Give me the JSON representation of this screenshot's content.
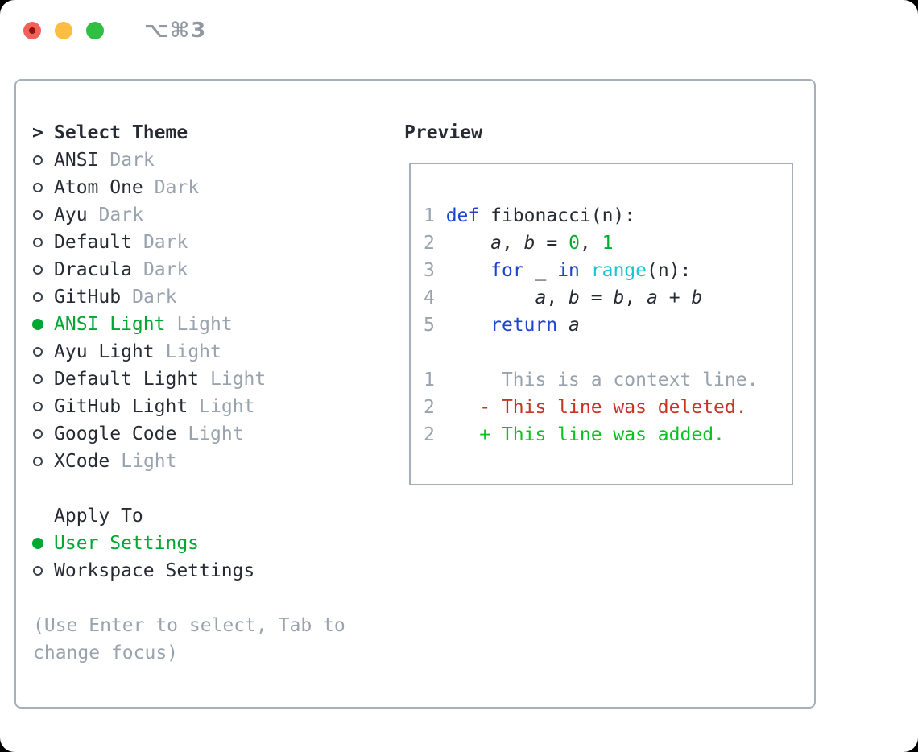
{
  "window_title": "⌥⌘3",
  "colors": {
    "text_dark": "#262b33",
    "muted_gray": "#99a3ae",
    "border_gray": "#a7afb9",
    "green_selected": "#00a733",
    "green_added": "#04c41d",
    "green_number": "#00ad2d",
    "blue_keyword": "#1e43d0",
    "cyan_function": "#18c5d3",
    "red_deleted": "#cb3221",
    "titlebar_text": "#9298a1",
    "traffic_red": "#f1605a",
    "traffic_red_dot": "#8c140b",
    "traffic_yellow": "#fdbd40",
    "traffic_green": "#2fc043"
  },
  "theme_panel": {
    "header_marker": ">",
    "header": "Select Theme",
    "items": [
      {
        "name": "ANSI",
        "tag": "Dark",
        "selected": false
      },
      {
        "name": "Atom One",
        "tag": "Dark",
        "selected": false
      },
      {
        "name": "Ayu",
        "tag": "Dark",
        "selected": false
      },
      {
        "name": "Default",
        "tag": "Dark",
        "selected": false
      },
      {
        "name": "Dracula",
        "tag": "Dark",
        "selected": false
      },
      {
        "name": "GitHub",
        "tag": "Dark",
        "selected": false
      },
      {
        "name": "ANSI Light",
        "tag": "Light",
        "selected": true
      },
      {
        "name": "Ayu Light",
        "tag": "Light",
        "selected": false
      },
      {
        "name": "Default Light",
        "tag": "Light",
        "selected": false
      },
      {
        "name": "GitHub Light",
        "tag": "Light",
        "selected": false
      },
      {
        "name": "Google Code",
        "tag": "Light",
        "selected": false
      },
      {
        "name": "XCode",
        "tag": "Light",
        "selected": false
      }
    ],
    "apply_to": {
      "header": "Apply To",
      "options": [
        {
          "label": "User Settings",
          "selected": true
        },
        {
          "label": "Workspace Settings",
          "selected": false
        }
      ]
    },
    "hint": "(Use Enter to select, Tab to change focus)"
  },
  "preview": {
    "header": "Preview",
    "lines": [
      {
        "tokens": [
          {
            "text": "1 ",
            "c": "gut"
          },
          {
            "text": "def",
            "c": "kw"
          },
          {
            "text": " fibonacci(n):",
            "c": "plain"
          }
        ]
      },
      {
        "tokens": [
          {
            "text": "2 ",
            "c": "gut"
          },
          {
            "text": "    ",
            "c": "plain"
          },
          {
            "text": "a",
            "c": "var"
          },
          {
            "text": ", ",
            "c": "plain"
          },
          {
            "text": "b",
            "c": "var"
          },
          {
            "text": " = ",
            "c": "plain"
          },
          {
            "text": "0",
            "c": "num"
          },
          {
            "text": ", ",
            "c": "plain"
          },
          {
            "text": "1",
            "c": "num"
          }
        ]
      },
      {
        "tokens": [
          {
            "text": "3 ",
            "c": "gut"
          },
          {
            "text": "    ",
            "c": "plain"
          },
          {
            "text": "for",
            "c": "kw"
          },
          {
            "text": " _ ",
            "c": "plain"
          },
          {
            "text": "in",
            "c": "kw"
          },
          {
            "text": " ",
            "c": "plain"
          },
          {
            "text": "range",
            "c": "fn"
          },
          {
            "text": "(n):",
            "c": "plain"
          }
        ]
      },
      {
        "tokens": [
          {
            "text": "4 ",
            "c": "gut"
          },
          {
            "text": "        ",
            "c": "plain"
          },
          {
            "text": "a",
            "c": "var"
          },
          {
            "text": ", ",
            "c": "plain"
          },
          {
            "text": "b",
            "c": "var"
          },
          {
            "text": " = ",
            "c": "plain"
          },
          {
            "text": "b",
            "c": "var"
          },
          {
            "text": ", ",
            "c": "plain"
          },
          {
            "text": "a",
            "c": "var"
          },
          {
            "text": " + ",
            "c": "plain"
          },
          {
            "text": "b",
            "c": "var"
          }
        ]
      },
      {
        "tokens": [
          {
            "text": "5 ",
            "c": "gut"
          },
          {
            "text": "    ",
            "c": "plain"
          },
          {
            "text": "return",
            "c": "kw"
          },
          {
            "text": " ",
            "c": "plain"
          },
          {
            "text": "a",
            "c": "var"
          }
        ]
      },
      {
        "tokens": []
      },
      {
        "tokens": [
          {
            "text": "1      ",
            "c": "gut"
          },
          {
            "text": "This is a context line.",
            "c": "ctx"
          }
        ]
      },
      {
        "tokens": [
          {
            "text": "2    ",
            "c": "gut"
          },
          {
            "text": "- This line was deleted.",
            "c": "del"
          }
        ]
      },
      {
        "tokens": [
          {
            "text": "2    ",
            "c": "gut"
          },
          {
            "text": "+ This line was added.",
            "c": "add"
          }
        ]
      }
    ]
  }
}
